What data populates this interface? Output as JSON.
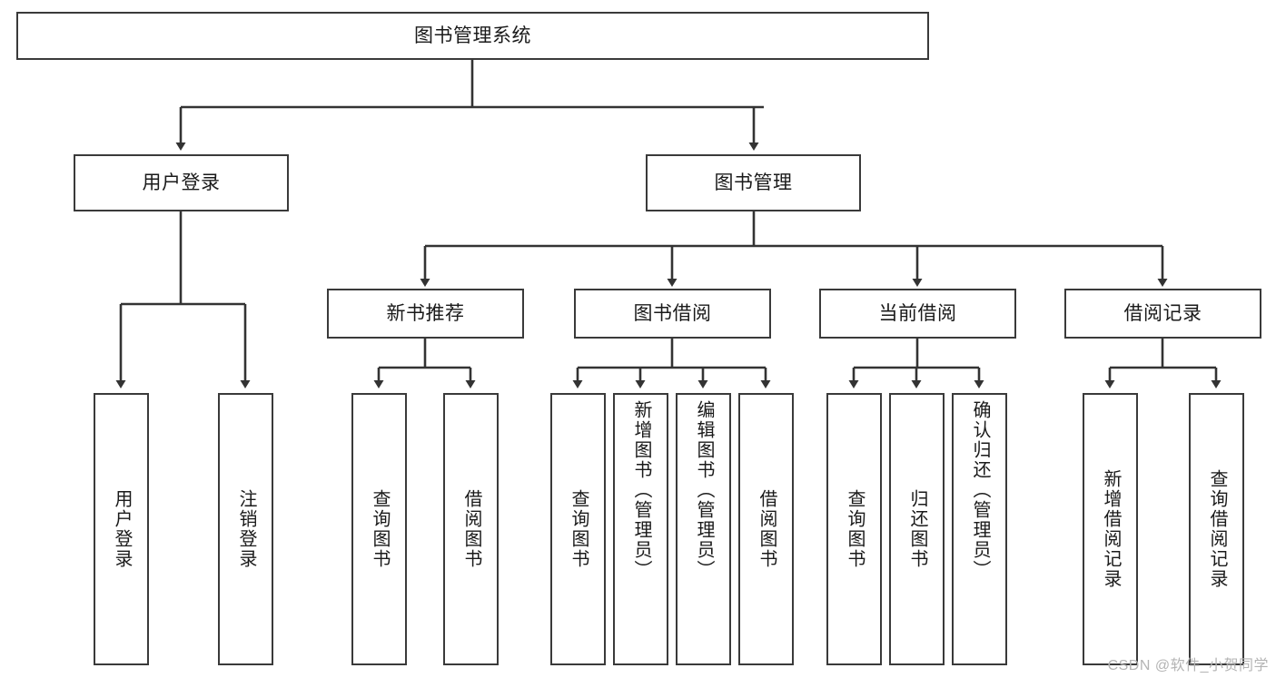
{
  "diagram": {
    "title": "图书管理系统",
    "type": "tree",
    "watermark": "CSDN @软件_小贺同学",
    "colors": {
      "background": "#ffffff",
      "box_border": "#3a3a3a",
      "box_fill": "#ffffff",
      "edge": "#333333",
      "text": "#1a1a1a",
      "watermark": "#b4b4b4"
    }
  },
  "levels": {
    "root": {
      "label": "图书管理系统"
    },
    "level2": [
      {
        "label": "用户登录"
      },
      {
        "label": "图书管理"
      }
    ],
    "level3": [
      {
        "label": "新书推荐"
      },
      {
        "label": "图书借阅"
      },
      {
        "label": "当前借阅"
      },
      {
        "label": "借阅记录"
      }
    ],
    "leaves": {
      "user_login": [
        {
          "label": "用户登录"
        },
        {
          "label": "注销登录"
        }
      ],
      "new_book_recommend": [
        {
          "label": "查询图书"
        },
        {
          "label": "借阅图书"
        }
      ],
      "book_borrow": [
        {
          "label": "查询图书"
        },
        {
          "label": "新增图书（管理员）"
        },
        {
          "label": "编辑图书（管理员）"
        },
        {
          "label": "借阅图书"
        }
      ],
      "current_borrow": [
        {
          "label": "查询图书"
        },
        {
          "label": "归还图书"
        },
        {
          "label": "确认归还（管理员）"
        }
      ],
      "borrow_record": [
        {
          "label": "新增借阅记录"
        },
        {
          "label": "查询借阅记录"
        }
      ]
    }
  }
}
